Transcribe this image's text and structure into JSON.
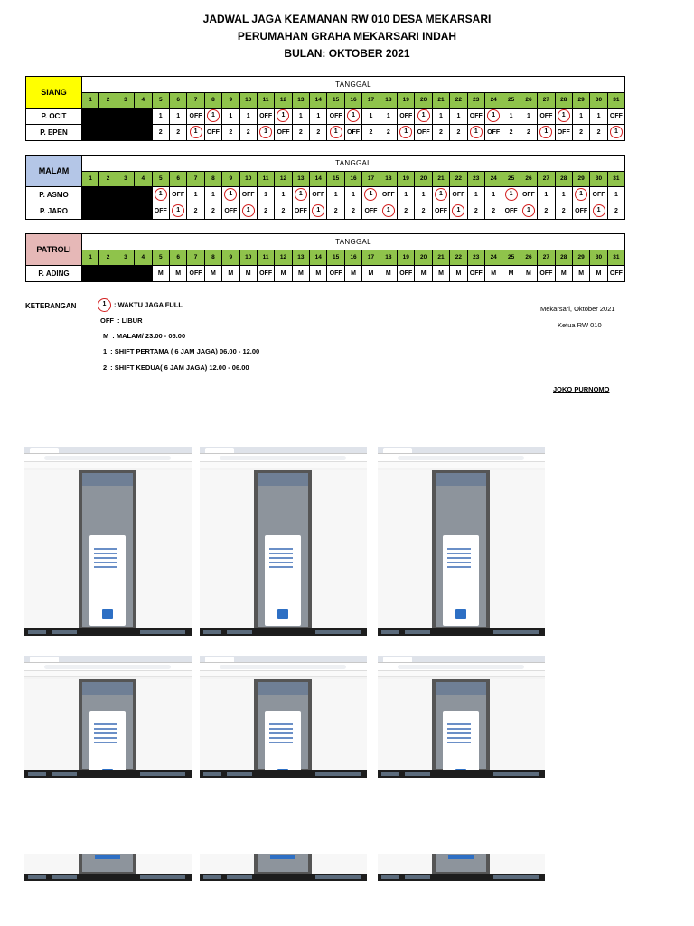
{
  "title": {
    "line1": "JADWAL JAGA KEAMANAN RW 010 DESA MEKARSARI",
    "line2": "PERUMAHAN GRAHA MEKARSARI INDAH",
    "line3": "BULAN: OKTOBER 2021"
  },
  "tanggal_label": "TANGGAL",
  "days": [
    "1",
    "2",
    "3",
    "4",
    "5",
    "6",
    "7",
    "8",
    "9",
    "10",
    "11",
    "12",
    "13",
    "14",
    "15",
    "16",
    "17",
    "18",
    "19",
    "20",
    "21",
    "22",
    "23",
    "24",
    "25",
    "26",
    "27",
    "28",
    "29",
    "30",
    "31"
  ],
  "tables": [
    {
      "shift": "SIANG",
      "color": "#ffff00",
      "rows": [
        {
          "name": "P. OCIT",
          "cells": [
            "",
            "",
            "",
            "",
            "1",
            "1",
            "OFF",
            "(1)",
            "1",
            "1",
            "OFF",
            "(1)",
            "1",
            "1",
            "OFF",
            "(1)",
            "1",
            "1",
            "OFF",
            "(1)",
            "1",
            "1",
            "OFF",
            "(1)",
            "1",
            "1",
            "OFF",
            "(1)",
            "1",
            "1",
            "OFF"
          ]
        },
        {
          "name": "P. EPEN",
          "cells": [
            "",
            "",
            "",
            "",
            "2",
            "2",
            "(1)",
            "OFF",
            "2",
            "2",
            "(1)",
            "OFF",
            "2",
            "2",
            "(1)",
            "OFF",
            "2",
            "2",
            "(1)",
            "OFF",
            "2",
            "2",
            "(1)",
            "OFF",
            "2",
            "2",
            "(1)",
            "OFF",
            "2",
            "2",
            "(1)"
          ]
        }
      ]
    },
    {
      "shift": "MALAM",
      "color": "#b4c6e7",
      "rows": [
        {
          "name": "P. ASMO",
          "cells": [
            "",
            "",
            "",
            "",
            "(1)",
            "OFF",
            "1",
            "1",
            "(1)",
            "OFF",
            "1",
            "1",
            "(1)",
            "OFF",
            "1",
            "1",
            "(1)",
            "OFF",
            "1",
            "1",
            "(1)",
            "OFF",
            "1",
            "1",
            "(1)",
            "OFF",
            "1",
            "1",
            "(1)",
            "OFF",
            "1"
          ]
        },
        {
          "name": "P. JARO",
          "cells": [
            "",
            "",
            "",
            "",
            "OFF",
            "(1)",
            "2",
            "2",
            "OFF",
            "(1)",
            "2",
            "2",
            "OFF",
            "(1)",
            "2",
            "2",
            "OFF",
            "(1)",
            "2",
            "2",
            "OFF",
            "(1)",
            "2",
            "2",
            "OFF",
            "(1)",
            "2",
            "2",
            "OFF",
            "(1)",
            "2"
          ]
        }
      ]
    },
    {
      "shift": "PATROLI",
      "color": "#e6b8b7",
      "rows": [
        {
          "name": "P. ADING",
          "cells": [
            "",
            "",
            "",
            "",
            "M",
            "M",
            "OFF",
            "M",
            "M",
            "M",
            "OFF",
            "M",
            "M",
            "M",
            "OFF",
            "M",
            "M",
            "M",
            "OFF",
            "M",
            "M",
            "M",
            "OFF",
            "M",
            "M",
            "M",
            "OFF",
            "M",
            "M",
            "M",
            "OFF"
          ]
        }
      ]
    }
  ],
  "keterangan": {
    "label": "KETERANGAN",
    "items": [
      {
        "symbol": "1",
        "circled": true,
        "text": ": WAKTU JAGA FULL"
      },
      {
        "symbol": "OFF",
        "circled": false,
        "text": ": LIBUR"
      },
      {
        "symbol": "M",
        "circled": false,
        "text": ": MALAM/ 23.00 - 05.00"
      },
      {
        "symbol": "1",
        "circled": false,
        "text": ": SHIFT PERTAMA ( 6 JAM JAGA) 06.00 - 12.00"
      },
      {
        "symbol": "2",
        "circled": false,
        "text": ": SHIFT KEDUA( 6 JAM JAGA) 12.00 - 06.00"
      }
    ]
  },
  "signature": {
    "place_date": "Mekarsari, Oktober 2021",
    "role": "Ketua RW 010",
    "name": "JOKO PURNOMO"
  }
}
